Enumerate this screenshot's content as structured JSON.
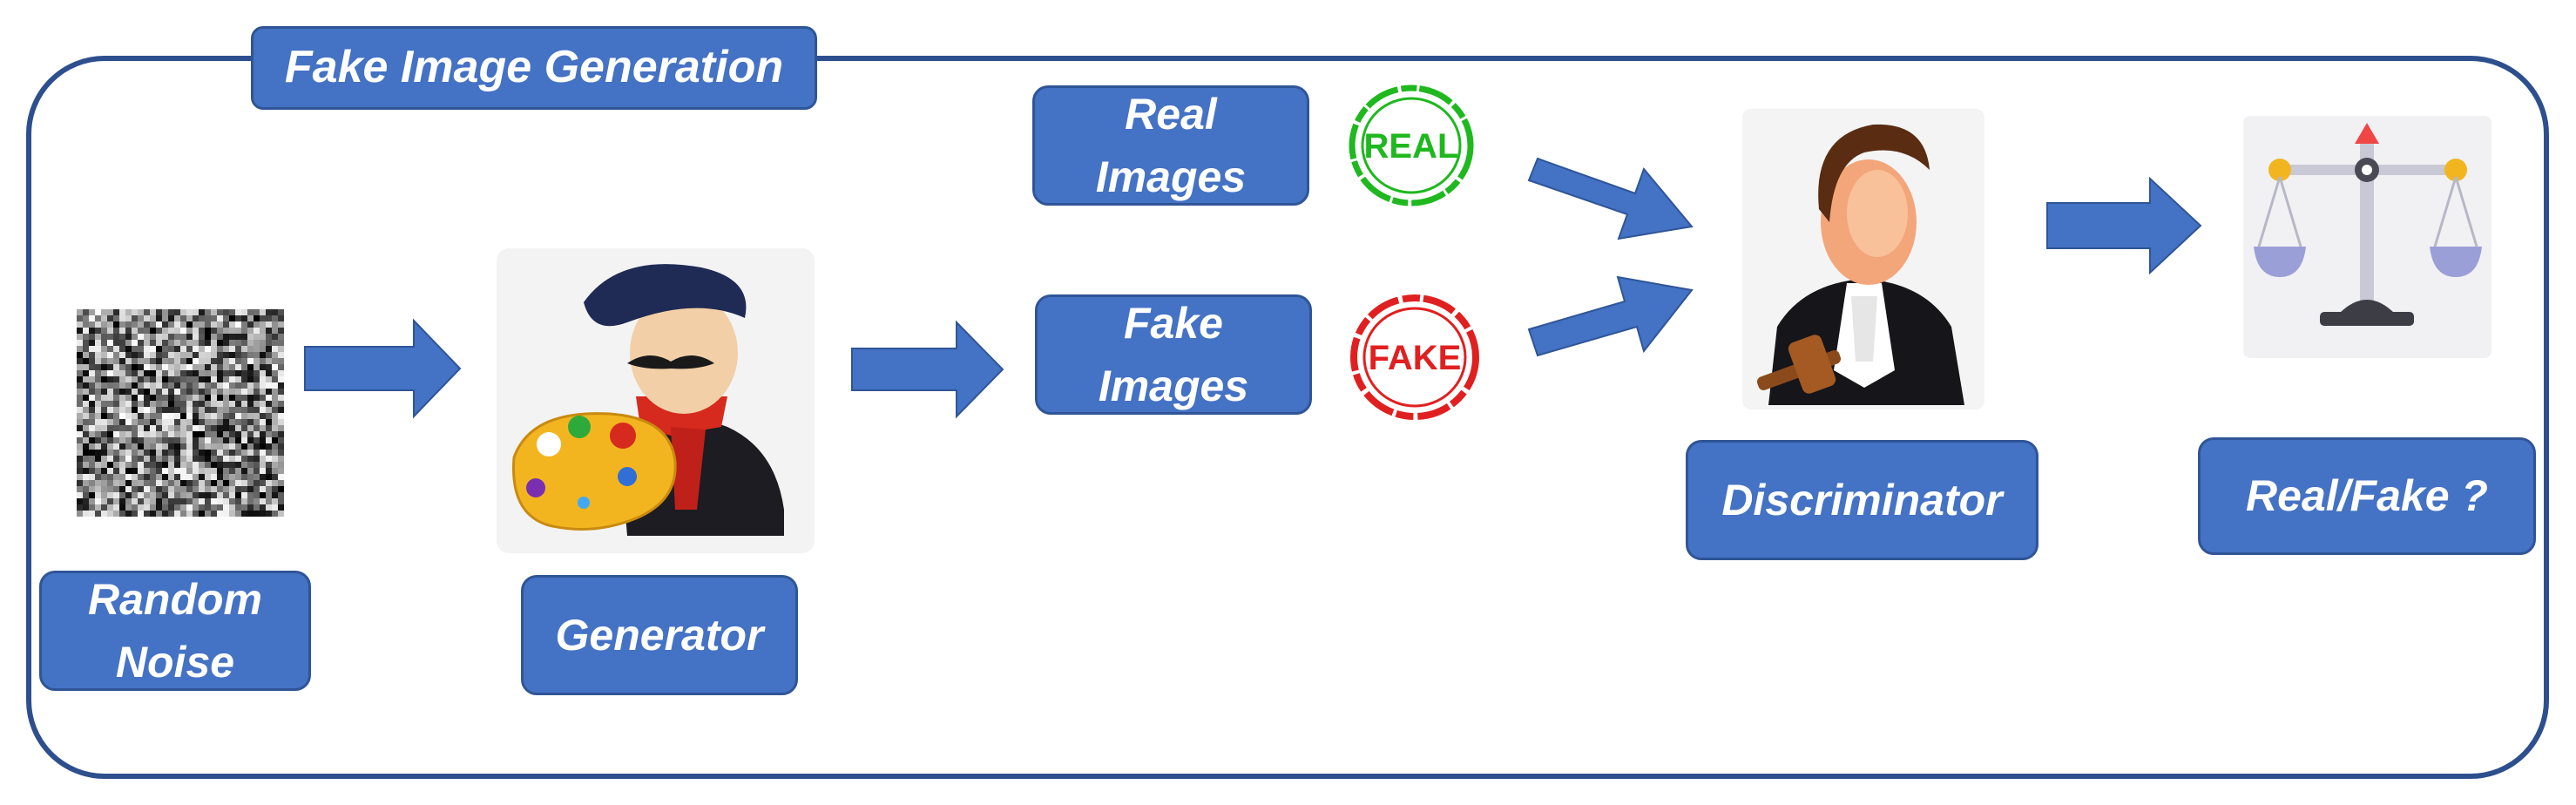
{
  "title": "Fake Image Generation",
  "labels": {
    "random_noise": "Random\nNoise",
    "generator": "Generator",
    "real_images": "Real\nImages",
    "fake_images": "Fake\nImages",
    "discriminator": "Discriminator",
    "result": "Real/Fake ?"
  },
  "stamps": {
    "real": "REAL",
    "fake": "FAKE"
  },
  "icons": {
    "noise": "random-noise-image",
    "generator": "painter-with-palette-icon",
    "discriminator": "judge-with-gavel-icon",
    "result": "balance-scale-icon"
  },
  "colors": {
    "box_fill": "#4472c4",
    "box_border": "#2f5597",
    "frame_border": "#2d4f8e",
    "arrow": "#4472c4",
    "stamp_real": "#1fb81f",
    "stamp_fake": "#e02020"
  }
}
